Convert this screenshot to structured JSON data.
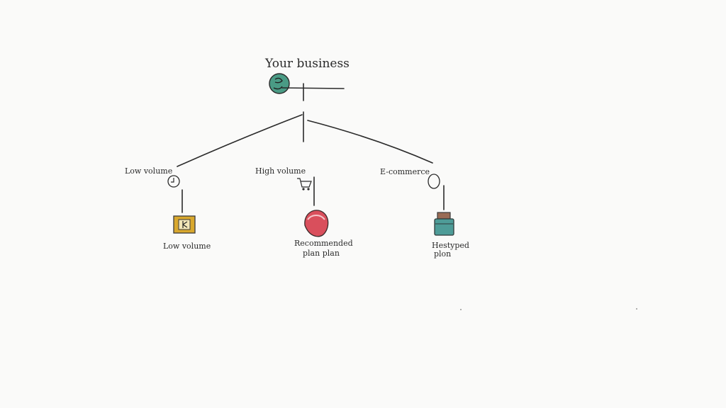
{
  "diagram": {
    "root": {
      "label": "Your business",
      "icon": "teal-circle-icon",
      "color": "#4a9b85"
    },
    "branches": [
      {
        "label": "Low volume",
        "icon": "clock-icon",
        "result": {
          "label": "Low volume",
          "icon": "yellow-box-icon",
          "color": "#d9a82e"
        }
      },
      {
        "label": "High volume",
        "icon": "shopping-cart-icon",
        "result": {
          "label_line1": "Recommended",
          "label_line2": "plan plan",
          "icon": "red-blob-icon",
          "color": "#d94f5c"
        }
      },
      {
        "label": "E-commerce",
        "icon": "oval-icon",
        "result": {
          "label_line1": "Hestyped",
          "label_line2": "plon",
          "icon": "teal-jar-icon",
          "color": "#4e9c98"
        }
      }
    ]
  }
}
